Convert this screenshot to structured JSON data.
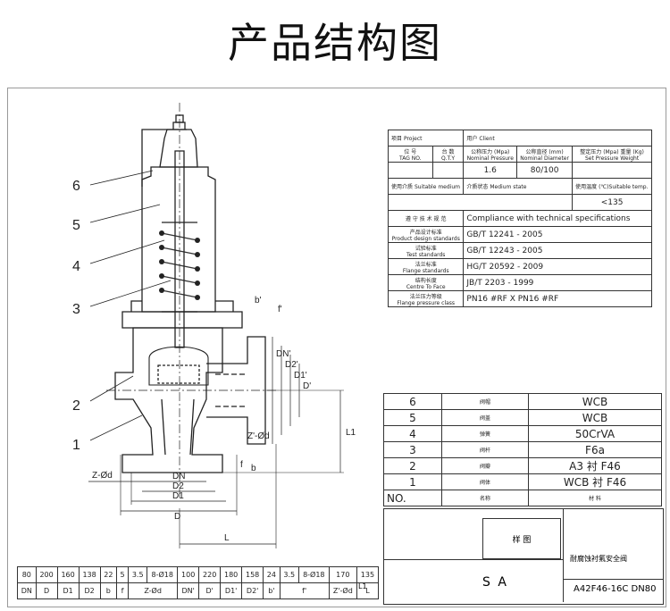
{
  "title": "产品结构图",
  "spec": {
    "r1": {
      "project_cn": "项目",
      "project": "Project",
      "client_cn": "用户",
      "client": "Client"
    },
    "r2": {
      "tag_cn": "位 号",
      "tag": "TAG NO.",
      "qty_cn": "台 数",
      "qty": "Q.T.Y",
      "np_cn": "公称压力",
      "np_unit": "(Mpa)",
      "np": "Nominal Pressure",
      "nd_cn": "公称直径",
      "nd_unit": "(mm)",
      "nd": "Nominal Diameter",
      "sp_cn": "整定压力",
      "sp_unit": "(Mpa)",
      "sp": "Set Pressure",
      "wt_cn": "重量",
      "wt_unit": "(Kg)",
      "wt": "Weight"
    },
    "r3": {
      "pressure": "1.6",
      "diameter": "80/100"
    },
    "r4": {
      "medium_cn": "使用介质",
      "medium": "Suitable medium",
      "state_cn": "介质状态",
      "state": "Medium state",
      "temp_cn": "使用温度",
      "temp": "(℃)Suitable temp."
    },
    "r5": {
      "temp_value": "<135"
    },
    "tech_cn": "遵 守 技 术 规 范",
    "tech": "Compliance with technical specifications",
    "standards": [
      {
        "cn": "产品设计标准",
        "en": "Product design standards",
        "value": "GB/T 12241 - 2005"
      },
      {
        "cn": "试验标准",
        "en": "Test standards",
        "value": "GB/T 12243 - 2005"
      },
      {
        "cn": "法兰标准",
        "en": "Flange standards",
        "value": "HG/T 20592 - 2009"
      },
      {
        "cn": "结构长度",
        "en": "Centre To Face",
        "value": "JB/T 2203 - 1999"
      },
      {
        "cn": "法兰压力等级",
        "en": "Flange pressure class",
        "value": "PN16 #RF X PN16 #RF"
      }
    ]
  },
  "parts": [
    {
      "no": "6",
      "name": "阀帽",
      "material": "WCB"
    },
    {
      "no": "5",
      "name": "阀盖",
      "material": "WCB"
    },
    {
      "no": "4",
      "name": "弹簧",
      "material": "50CrVA"
    },
    {
      "no": "3",
      "name": "阀杆",
      "material": "F6a"
    },
    {
      "no": "2",
      "name": "阀瓣",
      "material": "A3 衬 F46"
    },
    {
      "no": "1",
      "name": "阀体",
      "material": "WCB 衬 F46"
    }
  ],
  "parts_header": {
    "no": "NO.",
    "name": "名称",
    "material": "材 料"
  },
  "title_block": {
    "sample": "样 图",
    "product": "耐腐蚀衬氟安全阀",
    "model": "A42F46-16C DN80",
    "sa": "S A"
  },
  "dims": {
    "values": [
      "80",
      "200",
      "160",
      "138",
      "22",
      "5",
      "3.5",
      "8-Ø18",
      "100",
      "220",
      "180",
      "158",
      "24",
      "3.5",
      "8-Ø18",
      "170",
      "135"
    ],
    "labels": [
      "DN",
      "D",
      "D1",
      "D2",
      "b",
      "f",
      "Z-Ød",
      "DN'",
      "D'",
      "D1'",
      "D2'",
      "b'",
      "f'",
      "Z'-Ød",
      "L",
      "L1"
    ]
  },
  "callouts": [
    "6",
    "5",
    "4",
    "3",
    "2",
    "1"
  ],
  "draw_labels": {
    "dn": "DN",
    "d2": "D2",
    "d1": "D1",
    "d": "D",
    "l": "L",
    "l1": "L1",
    "zd": "Z-Ød",
    "b": "b",
    "f": "f",
    "dn2": "DN'",
    "d2p": "D2'",
    "d1p": "D1'",
    "dp": "D'",
    "bp": "b'",
    "fp": "f'",
    "zdp": "Z'-Ød"
  }
}
